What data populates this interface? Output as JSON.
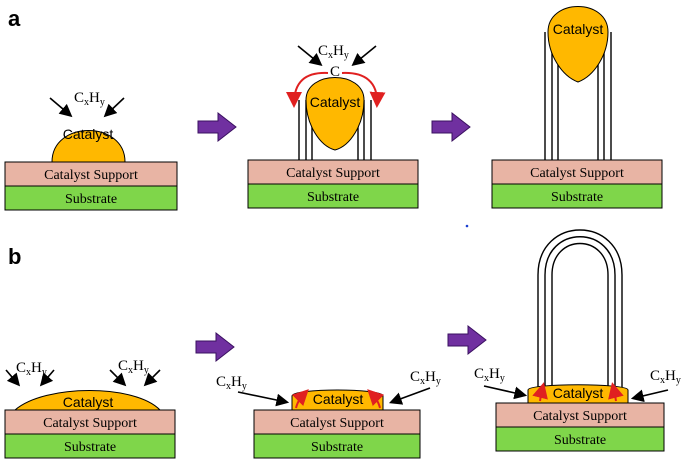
{
  "panels": [
    {
      "letter": "a"
    },
    {
      "letter": "b"
    }
  ],
  "labels": {
    "catalyst": "Catalyst",
    "support": "Catalyst Support",
    "substrate": "Substrate",
    "carbon": "C",
    "hydrocarbon": {
      "main1": "C",
      "sub1": "x",
      "main2": "H",
      "sub2": "y"
    }
  },
  "colors": {
    "catalyst": "#FFB800",
    "support": "#E8B4A4",
    "substrate": "#7FD64A",
    "arrow": "#7030A0",
    "growth_arrow": "#E02020"
  }
}
